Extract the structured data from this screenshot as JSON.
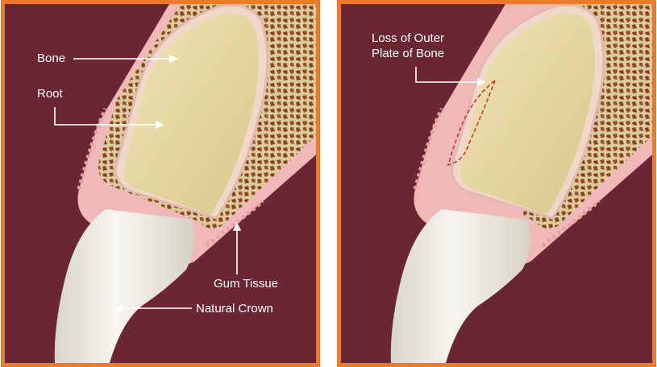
{
  "left_panel": {
    "labels": {
      "bone": "Bone",
      "root": "Root",
      "gum_tissue": "Gum Tissue",
      "natural_crown": "Natural Crown"
    }
  },
  "right_panel": {
    "labels": {
      "loss_line1": "Loss of Outer",
      "loss_line2": "Plate of Bone"
    }
  },
  "colors": {
    "frame": "#ec7a2b",
    "background": "#6a2632",
    "gum": "#f0b8b8",
    "bone": "#d8c79a",
    "bone_pores": "#8a4a26",
    "root": "#e6d7a0",
    "crown": "#eeebe0",
    "loss_marker": "#d42a2a"
  }
}
